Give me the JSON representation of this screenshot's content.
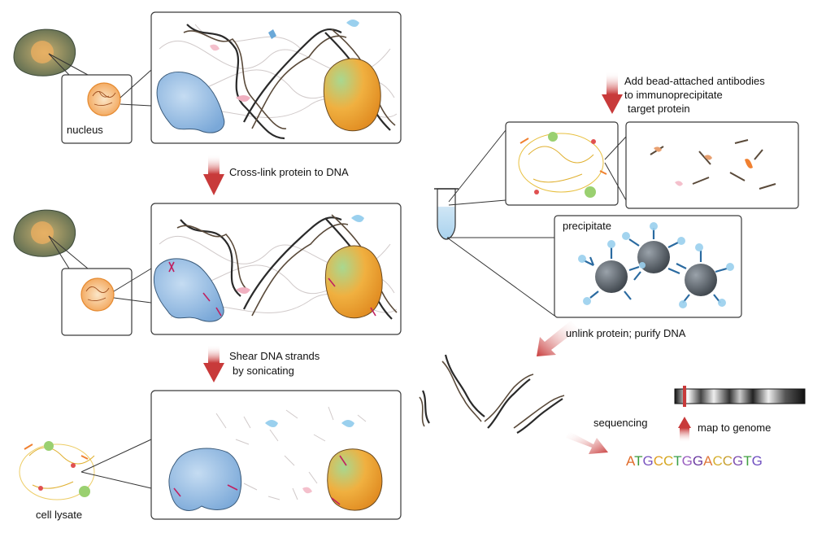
{
  "labels": {
    "nucleus": "nucleus",
    "cell_lysate": "cell lysate",
    "step_crosslink": "Cross-link protein to DNA",
    "step_shear_line1": "Shear DNA strands",
    "step_shear_line2": "by sonicating",
    "step_add_line1": "Add bead-attached antibodies",
    "step_add_line2": "to immunoprecipitate",
    "step_add_line3": "target protein",
    "precipitate": "precipitate",
    "step_unlink": "unlink protein; purify DNA",
    "step_sequencing": "sequencing",
    "step_map": "map to genome"
  },
  "sequence": {
    "letters": [
      "A",
      "T",
      "G",
      "C",
      "C",
      "T",
      "G",
      "G",
      "A",
      "C",
      "C",
      "G",
      "T",
      "G"
    ],
    "colors": [
      "#e06b2a",
      "#3a9a3a",
      "#7b55c0",
      "#e0a020",
      "#d4a820",
      "#3aa04a",
      "#9a5fc0",
      "#6a3aa0",
      "#e0783a",
      "#d6b030",
      "#c8a030",
      "#8050b0",
      "#40a040",
      "#7050c0"
    ]
  },
  "colors": {
    "arrow": "#c83a3a",
    "protein_blue": "#8fb8e0",
    "protein_orange": "#f0a030",
    "protein_green": "#9ad070",
    "bead": "#555b62",
    "antibody": "#2a6aa0",
    "tube": "#cfe6f5"
  },
  "icons": [
    "cell-icon",
    "nucleus-icon",
    "dna-helix-icon",
    "protein-icon",
    "bead-icon",
    "antibody-icon",
    "tube-icon",
    "genome-bar-icon"
  ]
}
